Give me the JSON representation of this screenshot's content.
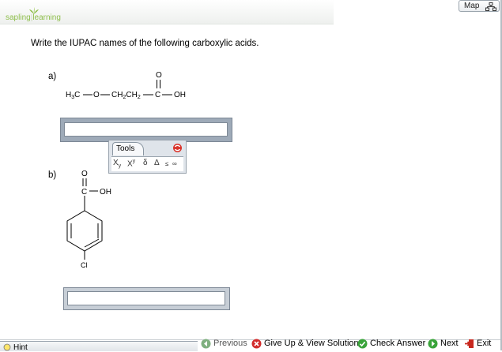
{
  "brand": {
    "part1": "sapling",
    "part2": "learning"
  },
  "toolbar": {
    "map_label": "Map"
  },
  "question": {
    "prompt": "Write the IUPAC names of the following carboxylic acids."
  },
  "parts": [
    {
      "label": "a)",
      "answer_value": ""
    },
    {
      "label": "b)",
      "answer_value": ""
    }
  ],
  "molecule_a": {
    "carbonyl_o": "O",
    "h3c": "H",
    "h3c_sub": "3",
    "h3c_c": "C",
    "ether_o": "O",
    "ch2a": "CH",
    "ch2a_sub": "2",
    "ch2b": "CH",
    "ch2b_sub": "2",
    "carbonyl_c": "C",
    "oh": "OH"
  },
  "molecule_b": {
    "carbonyl_o": "O",
    "carbonyl_c": "C",
    "oh": "OH",
    "cl": "Cl"
  },
  "tools": {
    "tab_label": "Tools",
    "subscript_base": "X",
    "subscript_sub": "y",
    "superscript_base": "X",
    "superscript_sup": "y",
    "delta_lower": "δ",
    "delta_upper": "Δ",
    "leq": "≤",
    "inf": "∞"
  },
  "footer": {
    "hint_label": "Hint",
    "previous_label": "Previous",
    "giveup_label": "Give Up & View Solution",
    "check_label": "Check Answer",
    "next_label": "Next",
    "exit_label": "Exit"
  },
  "colors": {
    "brand_green": "#8fbf4d",
    "panel_blue": "#9eaab8",
    "next_green": "#3aa43a",
    "giveup_red": "#d22c2c",
    "exit_red": "#c8281e"
  }
}
